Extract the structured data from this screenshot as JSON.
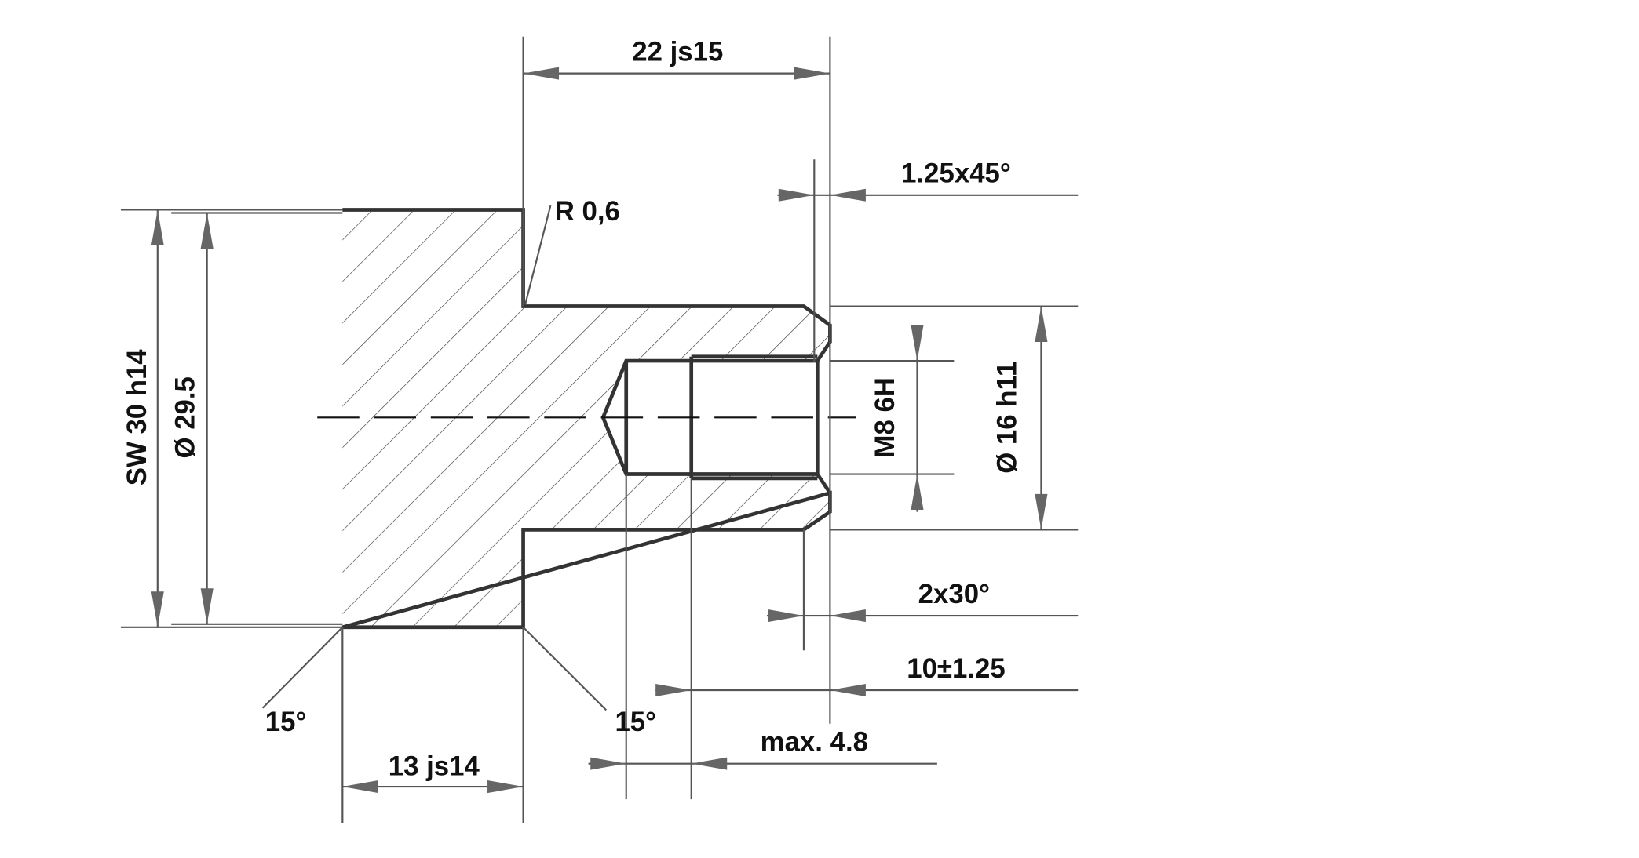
{
  "drawing": {
    "dimensions": {
      "overall_length": "22 js15",
      "chamfer_front": "1.25x45°",
      "radius": "R 0,6",
      "across_flats": "SW 30 h14",
      "head_diameter": "Ø 29.5",
      "thread": "M8 6H",
      "shank_diameter": "Ø 16 h11",
      "chamfer_rear": "2x30°",
      "thread_depth": "10±1.25",
      "undercut_max": "max. 4.8",
      "head_length": "13 js14",
      "angle_left": "15°",
      "angle_right": "15°"
    },
    "colors": {
      "outline": "#333333",
      "dimension": "#555555",
      "arrow": "#666666"
    }
  }
}
